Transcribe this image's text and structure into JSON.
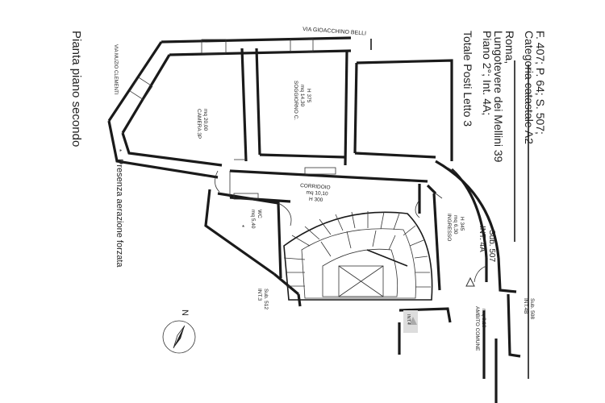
{
  "header": {
    "line1": "F. 407; P. 64; S. 507;",
    "line2": "Categoria catastale A2",
    "line3": "Roma,",
    "line4": "Lungotevere dei Mellini 39",
    "line5": "Piano 2°; Int. 4A;",
    "line6": "Totale Posti Letto 3"
  },
  "title": "Pianta piano secondo",
  "note": "Presenza aerazione forzata",
  "streets": {
    "top": "VIA GIOACCHINO BELLI",
    "left": "VIA MUZIO CLEMENTI"
  },
  "rooms": {
    "soggiorno": {
      "name": "SOGGIORNO C.",
      "area": "mq 14,30",
      "height": "H 375"
    },
    "camera": {
      "name": "CAMERA 3P",
      "area": "mq 20,00"
    },
    "corridoio": {
      "name": "CORRIDOIO",
      "area": "mq 10,10",
      "height": "H 300"
    },
    "wc": {
      "name": "WC",
      "area": "mq 5,40"
    },
    "ingresso": {
      "name": "INGRESSO",
      "area": "mq 6,30",
      "height": "H 345"
    },
    "ambito": {
      "name": "AMBITO COMUNE",
      "area": "mq 6,10"
    }
  },
  "units": {
    "int4a": {
      "name": "INT. 4A",
      "sub": "Sub. 507"
    },
    "int3": {
      "name": "INT.3",
      "sub": "Sub. 512"
    },
    "int4b": {
      "name": "INT.4B",
      "sub": "Sub. 508"
    },
    "int4": {
      "name": "INT.4"
    }
  },
  "compass": {
    "label": "N"
  }
}
